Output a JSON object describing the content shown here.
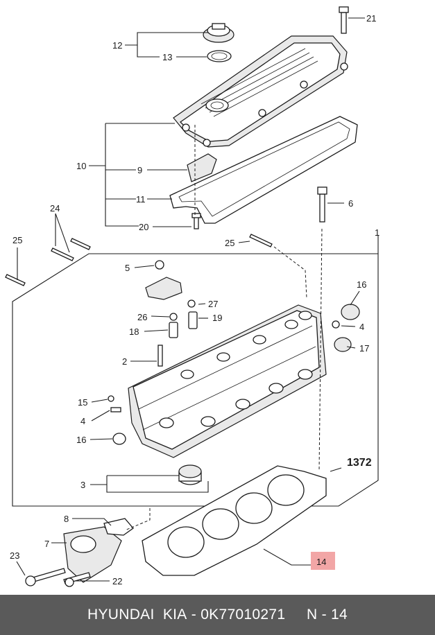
{
  "callouts": {
    "c1": "1",
    "c2": "2",
    "c3": "3",
    "c4a": "4",
    "c4b": "4",
    "c5": "5",
    "c6": "6",
    "c7": "7",
    "c8": "8",
    "c9": "9",
    "c10": "10",
    "c11": "11",
    "c12": "12",
    "c13": "13",
    "c14": "14",
    "c15": "15",
    "c16a": "16",
    "c16b": "16",
    "c17": "17",
    "c18": "18",
    "c19": "19",
    "c20": "20",
    "c21": "21",
    "c22": "22",
    "c23": "23",
    "c24": "24",
    "c25a": "25",
    "c25b": "25",
    "c26": "26",
    "c27": "27"
  },
  "reference_code": "1372",
  "highlight_color": "#f2a6a6",
  "footer": {
    "brand": "HYUNDAI  KIA",
    "separator": " - ",
    "part_number": "0K77010271",
    "gap": "     ",
    "position": "N - 14"
  }
}
